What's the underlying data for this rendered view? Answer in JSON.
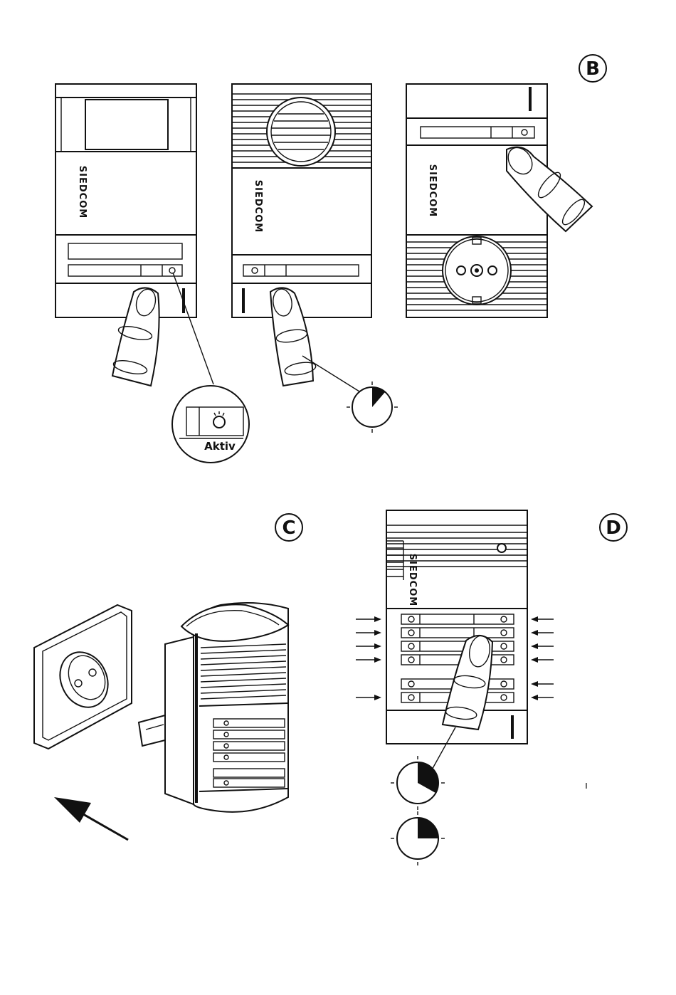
{
  "labels": {
    "section_b": "B",
    "section_c": "C",
    "section_d": "D",
    "aktiv": "Aktiv",
    "brand": "SIEDCOM",
    "stray_mark": "ı"
  }
}
